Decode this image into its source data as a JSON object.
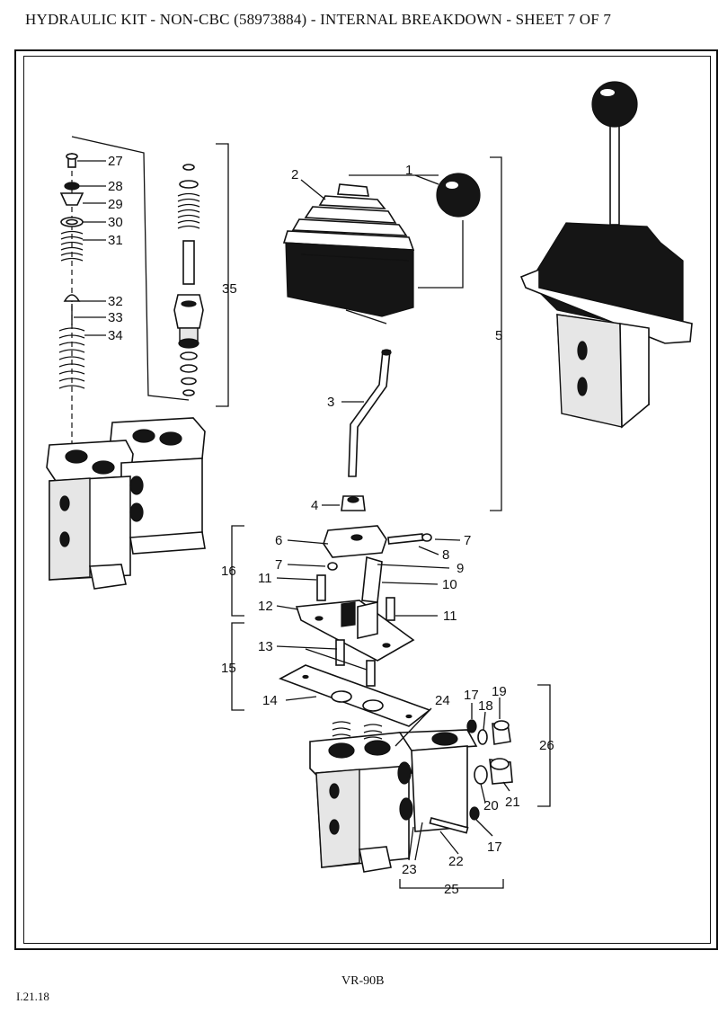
{
  "header": {
    "title": "HYDRAULIC KIT - NON-CBC (58973884) - INTERNAL BREAKDOWN - SHEET 7 OF 7"
  },
  "footer": {
    "reference": "VR-90B",
    "page_code": "I.21.18"
  },
  "callouts": {
    "c1": "1",
    "c2": "2",
    "c3": "3",
    "c4": "4",
    "c5": "5",
    "c6": "6",
    "c7a": "7",
    "c7b": "7",
    "c8": "8",
    "c9": "9",
    "c10": "10",
    "c11a": "11",
    "c11b": "11",
    "c12": "12",
    "c13": "13",
    "c14": "14",
    "c15": "15",
    "c16": "16",
    "c17a": "17",
    "c17b": "17",
    "c18": "18",
    "c19": "19",
    "c20": "20",
    "c21": "21",
    "c22": "22",
    "c23": "23",
    "c24": "24",
    "c25": "25",
    "c26": "26",
    "c27": "27",
    "c28": "28",
    "c29": "29",
    "c30": "30",
    "c31": "31",
    "c32": "32",
    "c33": "33",
    "c34": "34",
    "c35": "35"
  }
}
